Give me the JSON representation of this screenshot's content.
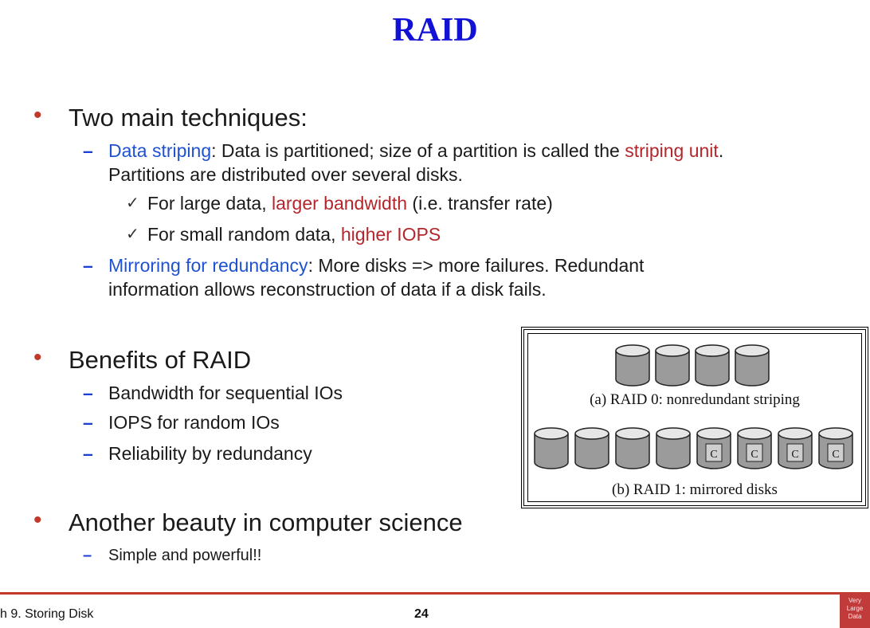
{
  "slide": {
    "title": "RAID",
    "page_number": "24",
    "footer_left": "h 9. Storing Disk"
  },
  "logo": {
    "lines": [
      "Very",
      "Large",
      "Data"
    ]
  },
  "colors": {
    "title": "#1212d6",
    "term_blue": "#1f52d1",
    "highlight_red": "#b3262b",
    "bullet_red": "#c0392b",
    "footer_rule": "#c0392b"
  },
  "sections": {
    "techniques": {
      "heading": "Two main techniques:",
      "striping": {
        "term": "Data striping",
        "text_a": ": Data is partitioned; size of a partition is called the ",
        "highlight": "striping unit",
        "text_b": ".",
        "line2": "Partitions are distributed over several disks.",
        "checks": [
          {
            "text_a": "For large data, ",
            "highlight": "larger bandwidth",
            "text_b": " (i.e. transfer rate)"
          },
          {
            "text_a": "For small random data, ",
            "highlight": "higher IOPS",
            "text_b": ""
          }
        ]
      },
      "mirroring": {
        "term": "Mirroring for redundancy",
        "text_a": ": More disks => more failures. Redundant",
        "line2": "information allows reconstruction of  data if a disk fails."
      }
    },
    "benefits": {
      "heading": "Benefits of RAID",
      "items": [
        "Bandwidth for sequential IOs",
        "IOPS for random IOs",
        "Reliability by redundancy"
      ]
    },
    "beauty": {
      "heading": "Another beauty in computer science",
      "items": [
        "Simple  and powerful!!"
      ]
    }
  },
  "figure": {
    "raid0_caption": "(a) RAID 0: nonredundant striping",
    "raid1_caption": "(b) RAID 1: mirrored disks",
    "check_disk_label": "C"
  }
}
